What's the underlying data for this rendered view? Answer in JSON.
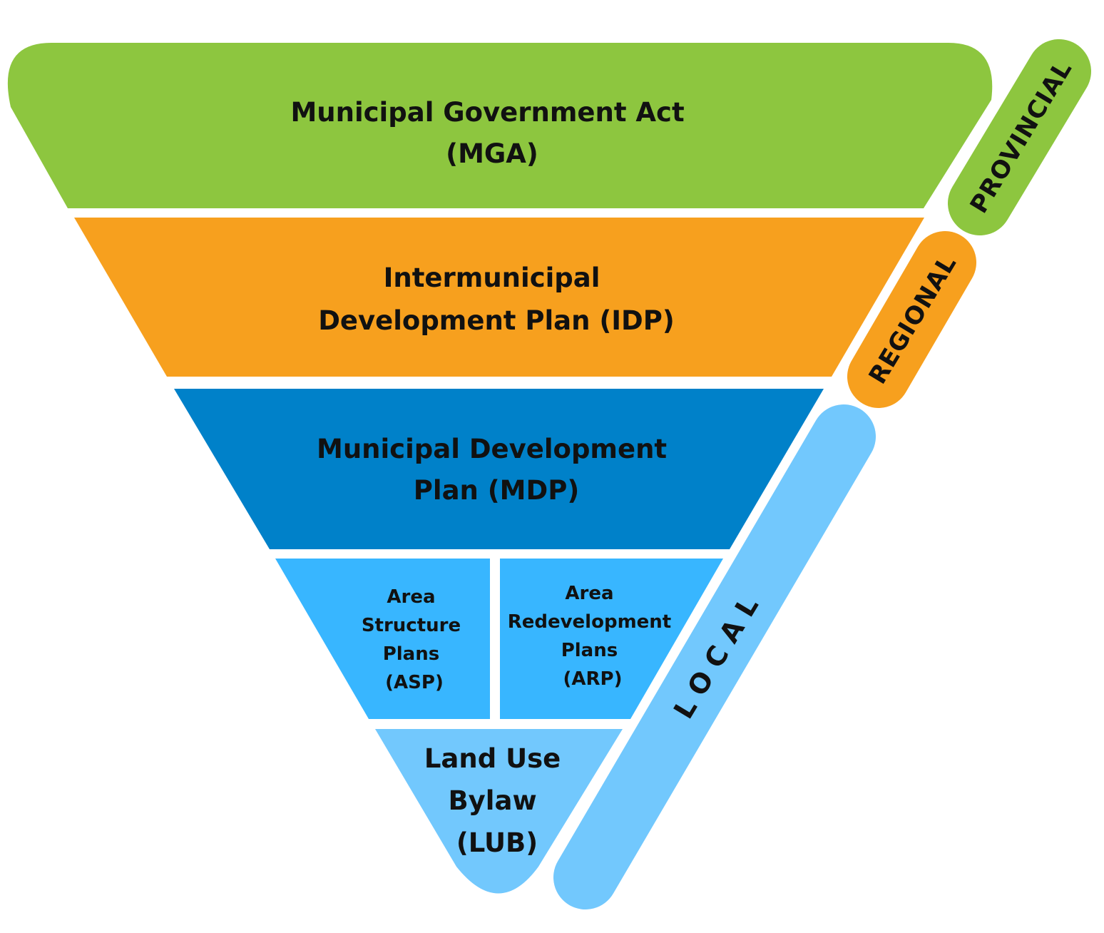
{
  "colors": {
    "mga": "#8DC63F",
    "idp": "#F7A01E",
    "mdp": "#0081C9",
    "asp_arp": "#38B6FF",
    "lub": "#72C8FD",
    "provincial": "#8DC63F",
    "regional": "#F7A01E",
    "local": "#72C8FD",
    "text": "#111111"
  },
  "levels": {
    "mga": {
      "line1": "Municipal Government Act",
      "line2": "(MGA)"
    },
    "idp": {
      "line1": "Intermunicipal",
      "line2": "Development Plan (IDP)"
    },
    "mdp": {
      "line1": "Municipal Development",
      "line2": "Plan (MDP)"
    },
    "asp": {
      "line1": "Area",
      "line2": "Structure",
      "line3": "Plans",
      "line4": "(ASP)"
    },
    "arp": {
      "line1": "Area",
      "line2": "Redevelopment",
      "line3": "Plans",
      "line4": "(ARP)"
    },
    "lub": {
      "line1": "Land Use",
      "line2": "Bylaw",
      "line3": "(LUB)"
    }
  },
  "scopes": {
    "provincial": "PROVINCIAL",
    "regional": "REGIONAL",
    "local": "L O C A L"
  }
}
